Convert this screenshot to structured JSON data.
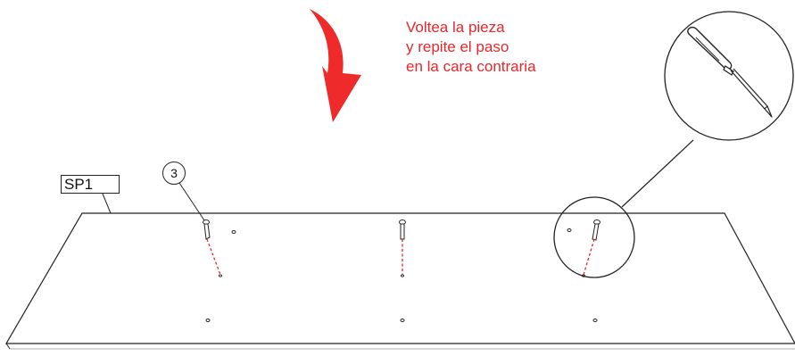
{
  "instruction": {
    "line1": "Voltea la pieza",
    "line2": "y repite el paso",
    "line3": "en la cara contraria"
  },
  "part": {
    "label": "SP1"
  },
  "callout": {
    "number": "3"
  },
  "colors": {
    "accent_red": "#e8262b",
    "line": "#222222"
  },
  "icons": {
    "flip_arrow": "curved-arrow-icon",
    "tool": "screwdriver-icon"
  }
}
